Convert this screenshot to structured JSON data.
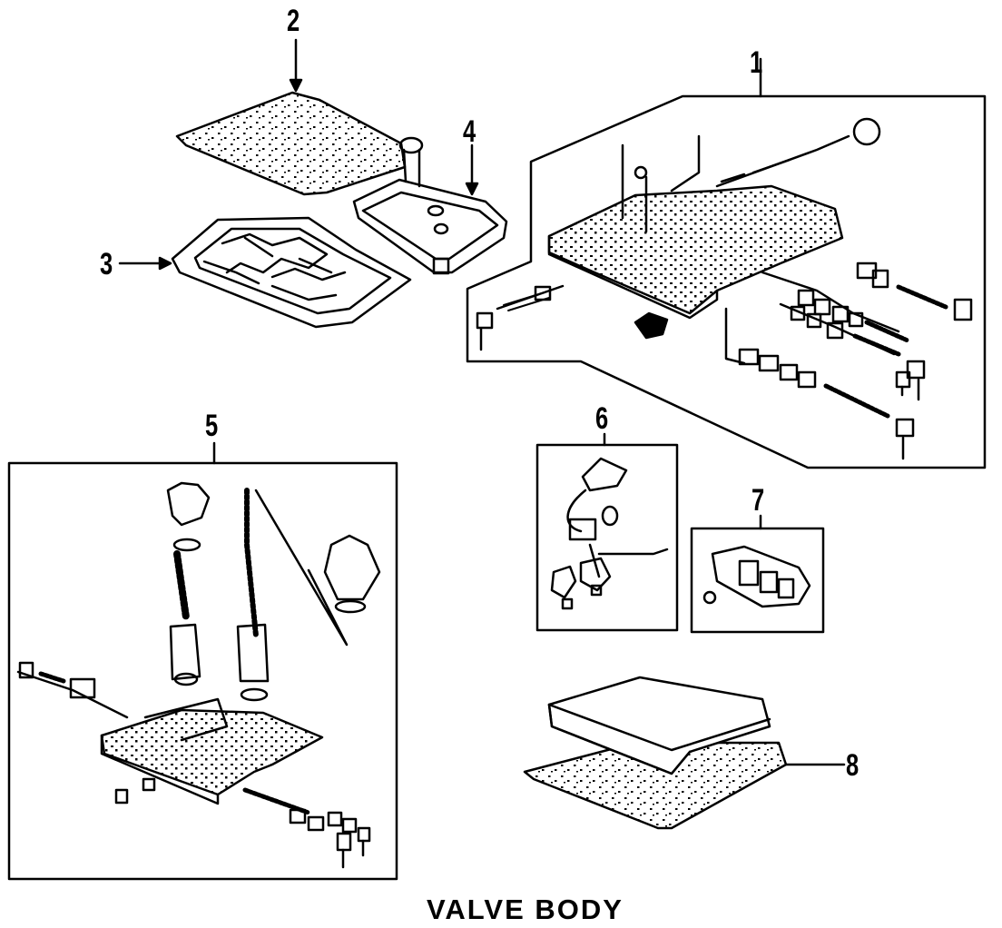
{
  "title": "VALVE BODY",
  "callouts": {
    "c1": "1",
    "c2": "2",
    "c3": "3",
    "c4": "4",
    "c5": "5",
    "c6": "6",
    "c7": "7",
    "c8": "8"
  }
}
